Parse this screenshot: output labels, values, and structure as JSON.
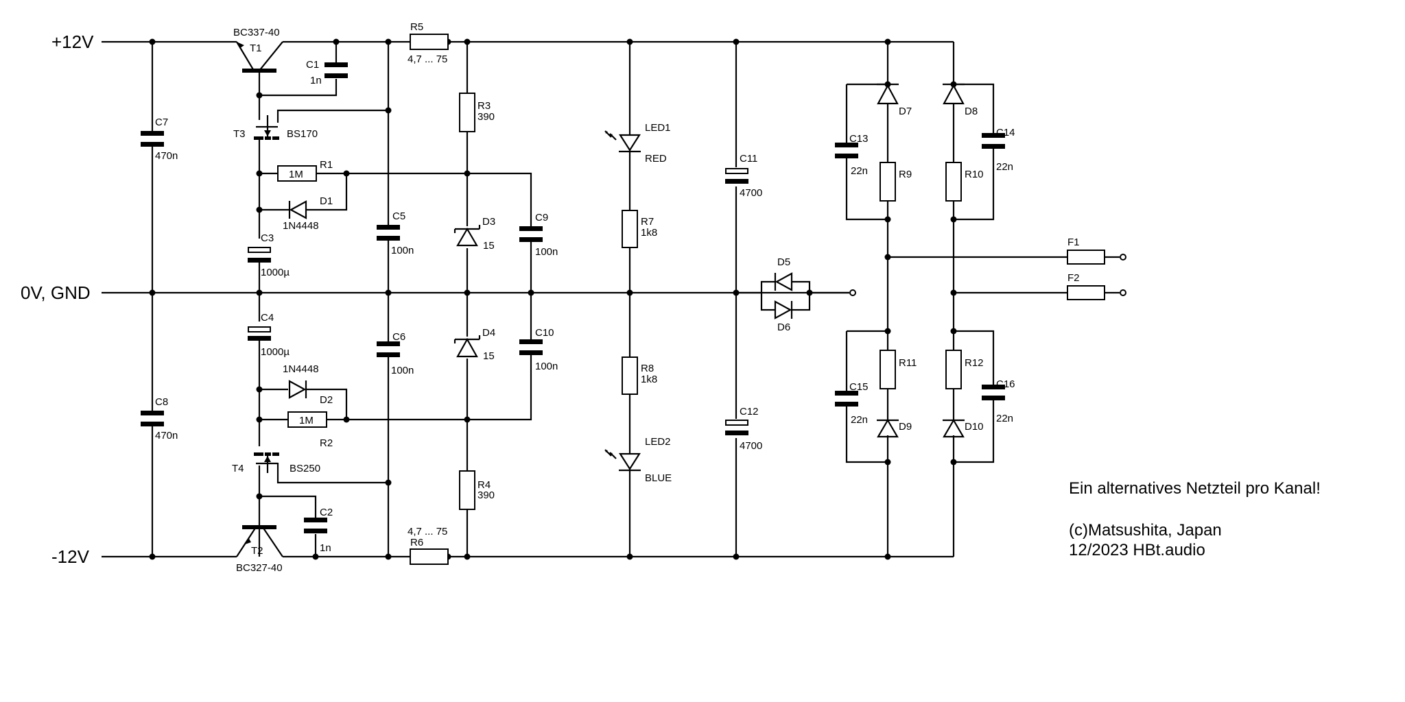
{
  "rails": {
    "pos": "+12V",
    "gnd": "0V, GND",
    "neg": "-12V"
  },
  "t1": {
    "ref": "T1",
    "type": "BC337-40"
  },
  "t2": {
    "ref": "T2",
    "type": "BC327-40"
  },
  "t3": {
    "ref": "T3",
    "type": "BS170"
  },
  "t4": {
    "ref": "T4",
    "type": "BS250"
  },
  "c1": {
    "ref": "C1",
    "val": "1n"
  },
  "c2": {
    "ref": "C2",
    "val": "1n"
  },
  "c3": {
    "ref": "C3",
    "val": "1000µ"
  },
  "c4": {
    "ref": "C4",
    "val": "1000µ"
  },
  "c5": {
    "ref": "C5",
    "val": "100n"
  },
  "c6": {
    "ref": "C6",
    "val": "100n"
  },
  "c7": {
    "ref": "C7",
    "val": "470n"
  },
  "c8": {
    "ref": "C8",
    "val": "470n"
  },
  "c9": {
    "ref": "C9",
    "val": "100n"
  },
  "c10": {
    "ref": "C10",
    "val": "100n"
  },
  "c11": {
    "ref": "C11",
    "val": "4700"
  },
  "c12": {
    "ref": "C12",
    "val": "4700"
  },
  "c13": {
    "ref": "C13",
    "val": "22n"
  },
  "c14": {
    "ref": "C14",
    "val": "22n"
  },
  "c15": {
    "ref": "C15",
    "val": "22n"
  },
  "c16": {
    "ref": "C16",
    "val": "22n"
  },
  "r1": {
    "ref": "R1",
    "val": "1M"
  },
  "r2": {
    "ref": "R2",
    "val": "1M"
  },
  "r3": {
    "ref": "R3",
    "val": "390"
  },
  "r4": {
    "ref": "R4",
    "val": "390"
  },
  "r5": {
    "ref": "R5",
    "val": "4,7 ... 75"
  },
  "r6": {
    "ref": "R6",
    "val": "4,7 ... 75"
  },
  "r7": {
    "ref": "R7",
    "val": "1k8"
  },
  "r8": {
    "ref": "R8",
    "val": "1k8"
  },
  "r9": {
    "ref": "R9"
  },
  "r10": {
    "ref": "R10"
  },
  "r11": {
    "ref": "R11"
  },
  "r12": {
    "ref": "R12"
  },
  "d1": {
    "ref": "D1",
    "type": "1N4448"
  },
  "d2": {
    "ref": "D2",
    "type": "1N4448"
  },
  "d3": {
    "ref": "D3",
    "val": "15"
  },
  "d4": {
    "ref": "D4",
    "val": "15"
  },
  "d5": {
    "ref": "D5"
  },
  "d6": {
    "ref": "D6"
  },
  "d7": {
    "ref": "D7"
  },
  "d8": {
    "ref": "D8"
  },
  "d9": {
    "ref": "D9"
  },
  "d10": {
    "ref": "D10"
  },
  "led1": {
    "ref": "LED1",
    "color": "RED"
  },
  "led2": {
    "ref": "LED2",
    "color": "BLUE"
  },
  "f1": {
    "ref": "F1"
  },
  "f2": {
    "ref": "F2"
  },
  "notes": {
    "line1": "Ein alternatives Netzteil pro Kanal!",
    "line2": "(c)Matsushita, Japan",
    "line3": "12/2023 HBt.audio"
  }
}
